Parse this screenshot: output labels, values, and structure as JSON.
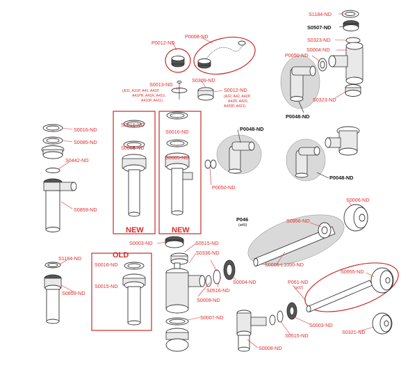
{
  "labels": {
    "s1184_top": "S1184-ND",
    "s0507": "S0507-ND",
    "s0323_top": "S0323-ND",
    "s0004_top": "S0004-ND",
    "p0050_top": "P0050-ND",
    "s0323_bottom": "S0323-ND",
    "p0048_a": "P0048-ND",
    "p0012": "P0012-ND",
    "p0008": "P0008-ND",
    "s0013": "S0013-ND",
    "s0013_sub1": "(A31, A31P, A41, A41P,",
    "s0013_sub2": "A41PR, A41R, A410,",
    "s0013_sub3": "A410P, A411)",
    "s0309": "S0309-ND",
    "s0012": "S0012-ND",
    "s0012_sub1": "(A32, A42, A42P,",
    "s0012_sub2": "A42R, A420,",
    "s0012_sub3": "A420P, A421)",
    "s0016_left": "S0016-ND",
    "s0085_left": "S0085-ND",
    "s0442": "S0442-ND",
    "s0859_top": "S0859-ND",
    "s0016_new1": "S0016-ND",
    "s0085_new1": "S0085-ND",
    "s0016_new2": "S0016-ND",
    "s0085_new2": "S0085-ND",
    "new1": "NEW",
    "new2": "NEW",
    "p0048_b": "P0048-ND",
    "p0050_mid": "P0050-ND",
    "p0048_c": "P0048-ND",
    "s0006": "S0006-ND",
    "p046": "P046",
    "p046_sub": "(ø40)",
    "s0956": "S0956-ND",
    "s0005": "S0005-L1000-ND",
    "s0003_top": "S0003-ND",
    "s0515_top": "S0515-ND",
    "s0336": "S0336-ND",
    "old": "OLD",
    "s1184_left": "S1184-ND",
    "s0016_old": "S0016-ND",
    "s0015_old": "S0015-ND",
    "s0859_bottom": "S0859-ND",
    "s0516": "S0516-ND",
    "s0004_mid": "S0004-ND",
    "s0009": "S0009-ND",
    "s0007": "S0007-ND",
    "p061": "P061-ND",
    "p061_sub": "(ø32)",
    "s0955": "S0955-ND",
    "s0003_bottom": "S0003-ND",
    "s0515_bottom": "S0515-ND",
    "s0321": "S0321-ND",
    "s0008": "S0008-ND"
  },
  "colors": {
    "accent": "#e02a2a",
    "group_border": "#c62828",
    "part_stroke": "#333333",
    "shade": "#d9d9d9"
  }
}
